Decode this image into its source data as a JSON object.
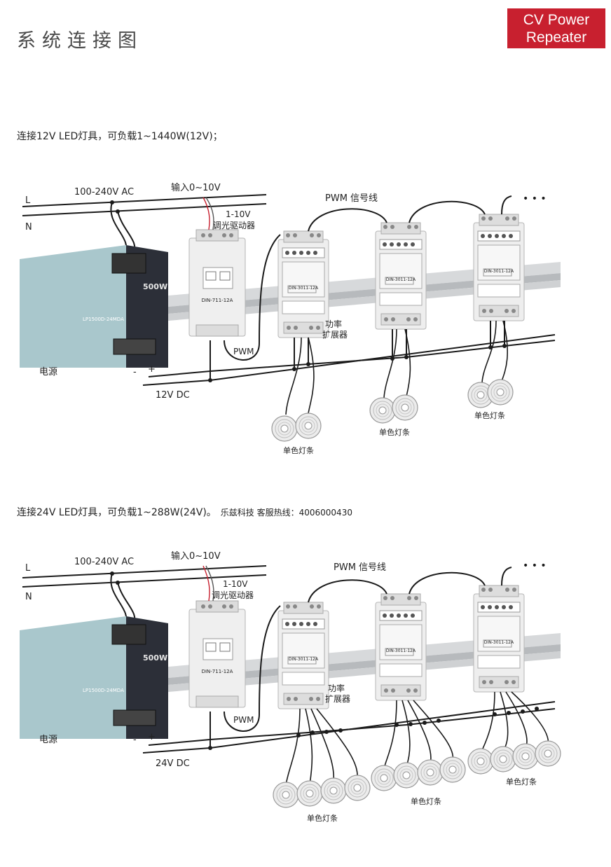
{
  "header": {
    "title": "系统连接图",
    "badge_line1": "CV Power",
    "badge_line2": "Repeater"
  },
  "section1": {
    "caption": "连接12V LED灯具，可负载1~1440W(12V)；",
    "dc_label": "12V DC"
  },
  "section2": {
    "caption": "连接24V LED灯具，可负载1~288W(24V)。",
    "caption_extra": "乐兹科技 客服热线：4006000430",
    "dc_label": "24V DC"
  },
  "labels": {
    "line_l": "L",
    "line_n": "N",
    "ac_input": "100-240V AC",
    "input_010v": "输入0~10V",
    "driver_line1": "1-10V",
    "driver_line2": "调光驱动器",
    "driver_model": "DIN-711-12A",
    "pwm_signal": "PWM 信号线",
    "pwm": "PWM",
    "expander_model": "DIN-3011-12A",
    "expander_line1": "功率",
    "expander_line2": "扩展器",
    "psu_label": "电源",
    "psu_watt": "500W",
    "psu_model": "LP1500D-24MDA",
    "minus": "-",
    "plus": "+",
    "strip": "单色灯条",
    "ellipsis": "• • •"
  },
  "colors": {
    "accent_red": "#c8202f",
    "psu_body": "#a9c7cc",
    "psu_dark": "#2c2f38",
    "module_body": "#eeeeee",
    "rail": "#c9ccce",
    "wire": "#1a1a1a"
  }
}
